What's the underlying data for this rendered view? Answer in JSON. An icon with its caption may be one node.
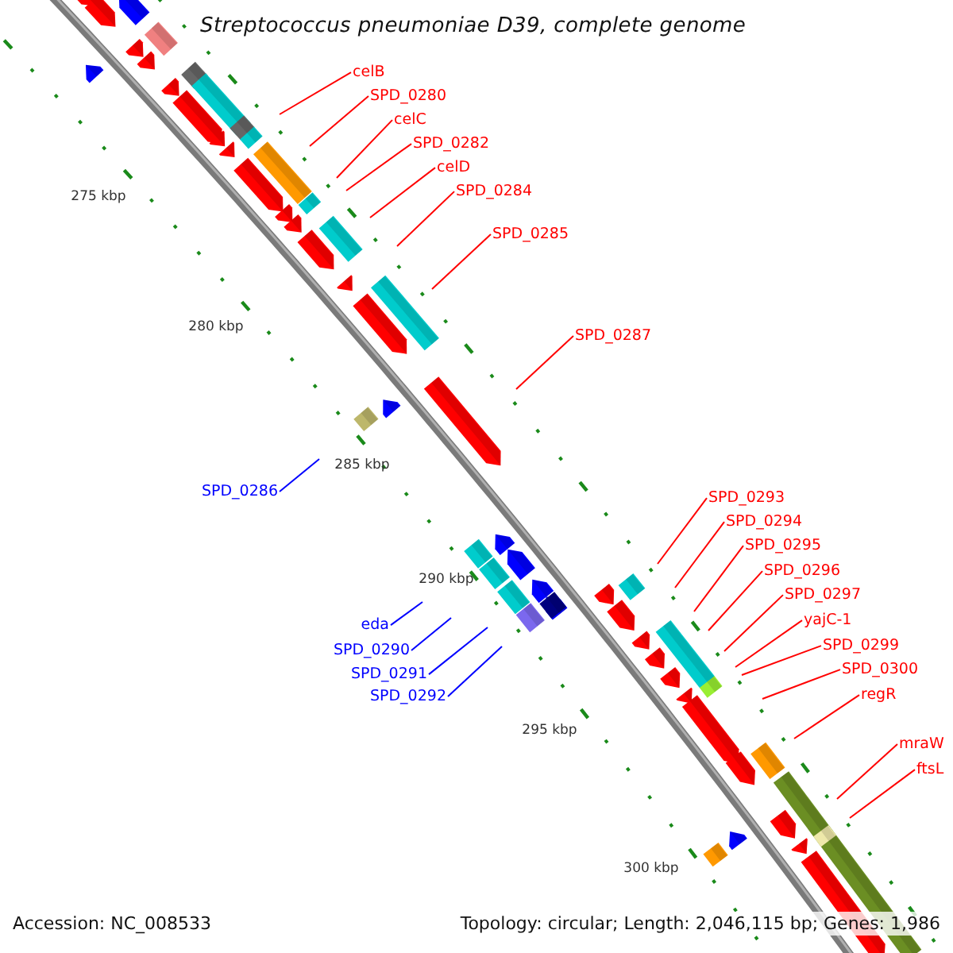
{
  "diagram": {
    "title": "Streptococcus pneumoniae D39, complete genome",
    "nodes": [
      {
        "text": [
          "celB"
        ]
      },
      {
        "text": [
          "SPD_0280"
        ]
      },
      {
        "text": [
          "celC"
        ]
      },
      {
        "text": [
          "SPD_0282"
        ]
      },
      {
        "text": [
          "celD"
        ]
      },
      {
        "text": [
          "SPD_0284"
        ]
      },
      {
        "text": [
          "SPD_0285"
        ]
      },
      {
        "text": [
          "SPD_0287"
        ]
      },
      {
        "text": [
          "SPD_0286"
        ]
      },
      {
        "text": [
          "SPD_0293"
        ]
      },
      {
        "text": [
          "SPD_0294"
        ]
      },
      {
        "text": [
          "SPD_0295"
        ]
      },
      {
        "text": [
          "SPD_0296"
        ]
      },
      {
        "text": [
          "SPD_0297"
        ]
      },
      {
        "text": [
          "yajC-1"
        ]
      },
      {
        "text": [
          "SPD_0299"
        ]
      },
      {
        "text": [
          "SPD_0300"
        ]
      },
      {
        "text": [
          "regR"
        ]
      },
      {
        "text": [
          "mraW"
        ]
      },
      {
        "text": [
          "ftsL"
        ]
      },
      {
        "text": [
          "eda"
        ]
      },
      {
        "text": [
          "SPD_0290"
        ]
      },
      {
        "text": [
          "SPD_0291"
        ]
      },
      {
        "text": [
          "SPD_0292"
        ]
      }
    ],
    "edges": [
      {
        "from": 0,
        "to": null,
        "arrow": "none"
      },
      {
        "from": 1,
        "to": null,
        "arrow": "none"
      },
      {
        "from": 2,
        "to": null,
        "arrow": "none"
      },
      {
        "from": 3,
        "to": null,
        "arrow": "none"
      },
      {
        "from": 4,
        "to": null,
        "arrow": "none"
      },
      {
        "from": 5,
        "to": null,
        "arrow": "none"
      },
      {
        "from": 6,
        "to": null,
        "arrow": "none"
      },
      {
        "from": 7,
        "to": null,
        "arrow": "none"
      },
      {
        "from": 8,
        "to": null,
        "arrow": "none",
        "color": "#0000ff"
      },
      {
        "from": 9,
        "to": null,
        "arrow": "none"
      },
      {
        "from": 10,
        "to": null,
        "arrow": "none"
      },
      {
        "from": 11,
        "to": null,
        "arrow": "none"
      },
      {
        "from": 12,
        "to": null,
        "arrow": "none"
      },
      {
        "from": 13,
        "to": null,
        "arrow": "none"
      },
      {
        "from": 14,
        "to": null,
        "arrow": "none"
      },
      {
        "from": 15,
        "to": null,
        "arrow": "none"
      },
      {
        "from": 16,
        "to": null,
        "arrow": "none"
      },
      {
        "from": 17,
        "to": null,
        "arrow": "none"
      },
      {
        "from": 18,
        "to": null,
        "arrow": "none"
      },
      {
        "from": 19,
        "to": null,
        "arrow": "none"
      },
      {
        "from": 20,
        "to": null,
        "arrow": "none",
        "color": "#0000ff"
      },
      {
        "from": 21,
        "to": null,
        "arrow": "none",
        "color": "#0000ff"
      },
      {
        "from": 22,
        "to": null,
        "arrow": "none",
        "color": "#0000ff"
      },
      {
        "from": 23,
        "to": null,
        "arrow": "none",
        "color": "#0000ff"
      }
    ],
    "labels": [
      "275 kbp",
      "280 kbp",
      "285 kbp",
      "290 kbp",
      "295 kbp",
      "300 kbp",
      "Accession: NC_008533",
      "Topology: circular; Length: 2,046,115 bp; Genes: 1,986"
    ]
  }
}
